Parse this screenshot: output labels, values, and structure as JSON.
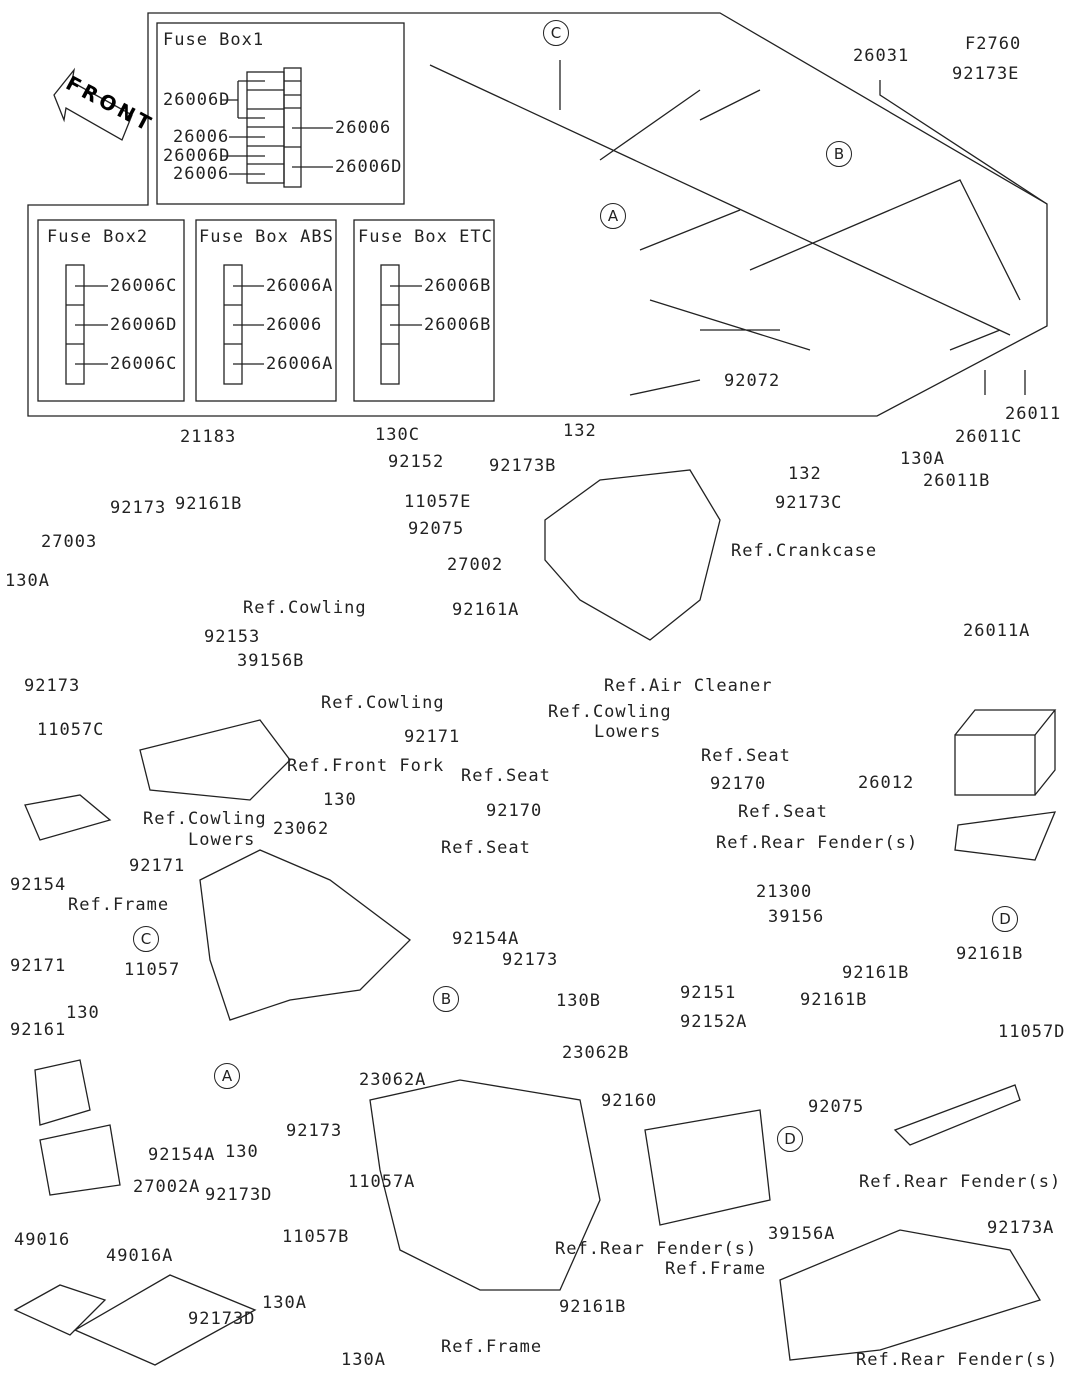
{
  "front_arrow": "FRONT",
  "fuse_boxes": {
    "box1": {
      "title": "Fuse Box1",
      "left": [
        "26006D",
        "26006",
        "26006D",
        "26006"
      ],
      "right": [
        "26006",
        "26006D"
      ]
    },
    "box2": {
      "title": "Fuse Box2",
      "items": [
        "26006C",
        "26006D",
        "26006C"
      ]
    },
    "abs": {
      "title": "Fuse Box ABS",
      "items": [
        "26006A",
        "26006",
        "26006A"
      ]
    },
    "etc": {
      "title": "Fuse Box ETC",
      "items": [
        "26006B",
        "26006B"
      ]
    }
  },
  "callouts": [
    "C",
    "B",
    "A",
    "C",
    "A",
    "B",
    "D",
    "D"
  ],
  "labels": [
    "26031",
    "F2760",
    "92173E",
    "92072",
    "26011",
    "26011C",
    "21183",
    "130C",
    "92152",
    "92161B",
    "11057E",
    "92075",
    "92173",
    "27003",
    "27002",
    "92161A",
    "130A",
    "Ref.Cowling",
    "92153",
    "39156B",
    "92173",
    "11057C",
    "Ref.Cowling",
    "Ref.Cowling",
    "Lowers",
    "92171",
    "Ref.Front Fork",
    "132",
    "92173B",
    "132",
    "92173C",
    "130A",
    "26011B",
    "Ref.Crankcase",
    "Ref.Air Cleaner",
    "26011A",
    "Ref.Seat",
    "Ref.Seat",
    "92170",
    "26012",
    "92170",
    "Ref.Seat",
    "Ref.Seat",
    "Ref.Rear Fender(s)",
    "Ref.Cowling",
    "Lowers",
    "92171",
    "130",
    "23062",
    "92154",
    "Ref.Frame",
    "92171",
    "11057",
    "130",
    "92161",
    "23062A",
    "92154A",
    "130",
    "27002A",
    "92173",
    "92173D",
    "11057A",
    "11057B",
    "49016",
    "49016A",
    "130A",
    "92173D",
    "130A",
    "Ref.Frame",
    "21300",
    "39156",
    "92154A",
    "92173",
    "130B",
    "92151",
    "92152A",
    "23062B",
    "92160",
    "92161B",
    "92161B",
    "92161B",
    "11057D",
    "92075",
    "Ref.Rear Fender(s)",
    "Ref.Rear Fender(s)",
    "Ref.Frame",
    "92161B",
    "39156A",
    "92173A",
    "Ref.Rear Fender(s)"
  ]
}
